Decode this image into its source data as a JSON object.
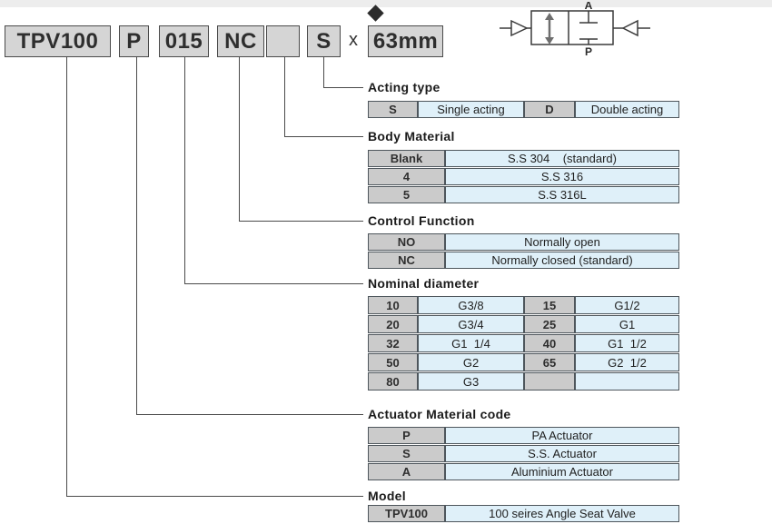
{
  "code": {
    "model": "TPV100",
    "actuator": "P",
    "diameter": "015",
    "control": "NC",
    "body": "",
    "acting": "S",
    "separator": "x",
    "size": "63mm"
  },
  "schematic": {
    "port_top": "A",
    "port_bottom": "P"
  },
  "sections": {
    "acting": {
      "title": "Acting type",
      "rows": [
        [
          "S",
          "Single acting",
          "D",
          "Double acting"
        ]
      ]
    },
    "body": {
      "title": "Body Material",
      "rows": [
        [
          "Blank",
          "S.S 304    (standard)"
        ],
        [
          "4",
          "S.S 316"
        ],
        [
          "5",
          "S.S 316L"
        ]
      ]
    },
    "control": {
      "title": "Control Function",
      "rows": [
        [
          "NO",
          "Normally open"
        ],
        [
          "NC",
          "Normally closed (standard)"
        ]
      ]
    },
    "nominal": {
      "title": "Nominal diameter",
      "rows": [
        [
          "10",
          "G3/8",
          "15",
          "G1/2"
        ],
        [
          "20",
          "G3/4",
          "25",
          "G1"
        ],
        [
          "32",
          "G1  1/4",
          "40",
          "G1  1/2"
        ],
        [
          "50",
          "G2",
          "65",
          "G2  1/2"
        ],
        [
          "80",
          "G3",
          "",
          ""
        ]
      ]
    },
    "actuator": {
      "title": "Actuator Material code",
      "rows": [
        [
          "P",
          "PA Actuator"
        ],
        [
          "S",
          "S.S. Actuator"
        ],
        [
          "A",
          "Aluminium Actuator"
        ]
      ]
    },
    "model": {
      "title": "Model",
      "rows": [
        [
          "TPV100",
          "100 seires Angle Seat Valve"
        ]
      ]
    }
  },
  "colors": {
    "box_fill": "#d5d5d5",
    "header_cell": "#cbcbcb",
    "value_cell": "#dff0f9",
    "line": "#4a4a4a"
  }
}
